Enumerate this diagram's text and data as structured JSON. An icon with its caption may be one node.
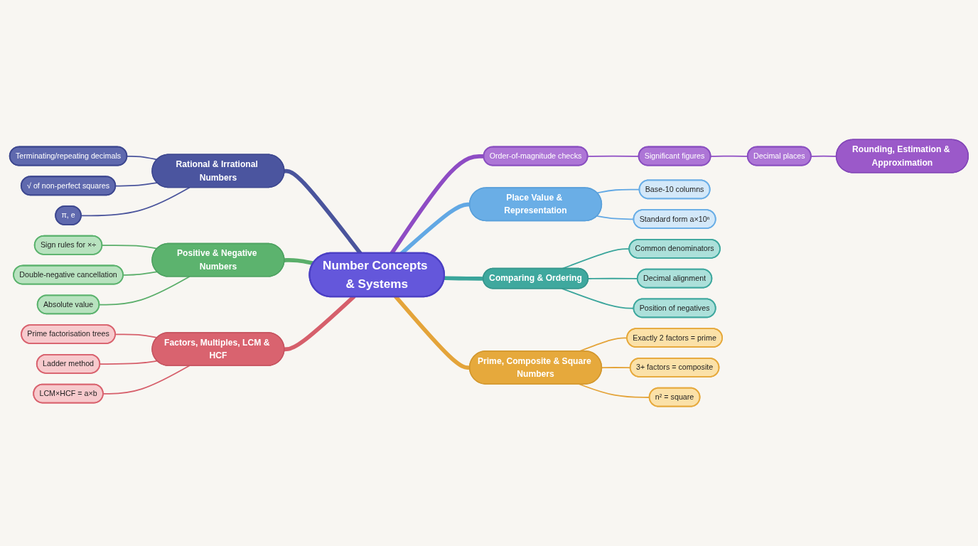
{
  "diagram": {
    "nodes": [
      {
        "text": [
          "Number Concepts & Systems"
        ]
      },
      {
        "text": [
          "Rounding, Estimation & Approximation"
        ]
      },
      {
        "text": [
          "Decimal places"
        ]
      },
      {
        "text": [
          "Significant figures"
        ]
      },
      {
        "text": [
          "Order-of-magnitude checks"
        ]
      },
      {
        "text": [
          "Place Value & Representation"
        ]
      },
      {
        "text": [
          "Base-10 columns"
        ]
      },
      {
        "text": [
          "Standard form a×10ⁿ"
        ]
      },
      {
        "text": [
          "Comparing & Ordering"
        ]
      },
      {
        "text": [
          "Common denominators"
        ]
      },
      {
        "text": [
          "Decimal alignment"
        ]
      },
      {
        "text": [
          "Position of negatives"
        ]
      },
      {
        "text": [
          "Prime, Composite & Square Numbers"
        ]
      },
      {
        "text": [
          "Exactly 2 factors = prime"
        ]
      },
      {
        "text": [
          "3+ factors = composite"
        ]
      },
      {
        "text": [
          "n² = square"
        ]
      },
      {
        "text": [
          "Rational & Irrational Numbers"
        ]
      },
      {
        "text": [
          "Terminating/repeating decimals"
        ]
      },
      {
        "text": [
          "√ of non-perfect squares"
        ]
      },
      {
        "text": [
          "π, e"
        ]
      },
      {
        "text": [
          "Positive & Negative Numbers"
        ]
      },
      {
        "text": [
          "Sign rules for ×÷"
        ]
      },
      {
        "text": [
          "Double-negative cancellation"
        ]
      },
      {
        "text": [
          "Absolute value"
        ]
      },
      {
        "text": [
          "Factors, Multiples, LCM & HCF"
        ]
      },
      {
        "text": [
          "Prime factorisation trees"
        ]
      },
      {
        "text": [
          "Ladder method"
        ]
      },
      {
        "text": [
          "LCM×HCF = a×b"
        ]
      }
    ],
    "edges": [
      {
        "from": 0,
        "to": 4,
        "arrow": "none",
        "style": "thick",
        "color": "#8e4cc4"
      },
      {
        "from": 4,
        "to": 3,
        "arrow": "none",
        "color": "#8e4cc4"
      },
      {
        "from": 3,
        "to": 2,
        "arrow": "none",
        "color": "#8e4cc4"
      },
      {
        "from": 2,
        "to": 1,
        "arrow": "none",
        "color": "#8e4cc4"
      },
      {
        "from": 0,
        "to": 5,
        "arrow": "none",
        "style": "thick",
        "color": "#62a8e4"
      },
      {
        "from": 5,
        "to": 6,
        "arrow": "none",
        "color": "#62a8e4"
      },
      {
        "from": 5,
        "to": 7,
        "arrow": "none",
        "color": "#62a8e4"
      },
      {
        "from": 0,
        "to": 8,
        "arrow": "none",
        "style": "thick",
        "color": "#3aa59b"
      },
      {
        "from": 8,
        "to": 9,
        "arrow": "none",
        "color": "#3aa59b"
      },
      {
        "from": 8,
        "to": 10,
        "arrow": "none",
        "color": "#3aa59b"
      },
      {
        "from": 8,
        "to": 11,
        "arrow": "none",
        "color": "#3aa59b"
      },
      {
        "from": 0,
        "to": 12,
        "arrow": "none",
        "style": "thick",
        "color": "#e4a43a"
      },
      {
        "from": 12,
        "to": 13,
        "arrow": "none",
        "color": "#e4a43a"
      },
      {
        "from": 12,
        "to": 14,
        "arrow": "none",
        "color": "#e4a43a"
      },
      {
        "from": 12,
        "to": 15,
        "arrow": "none",
        "color": "#e4a43a"
      },
      {
        "from": 16,
        "to": 0,
        "arrow": "none",
        "style": "thick",
        "color": "#4a549c"
      },
      {
        "from": 17,
        "to": 16,
        "arrow": "none",
        "color": "#4a549c"
      },
      {
        "from": 18,
        "to": 16,
        "arrow": "none",
        "color": "#4a549c"
      },
      {
        "from": 19,
        "to": 16,
        "arrow": "none",
        "color": "#4a549c"
      },
      {
        "from": 20,
        "to": 0,
        "arrow": "none",
        "style": "thick",
        "color": "#5aae6a"
      },
      {
        "from": 21,
        "to": 20,
        "arrow": "none",
        "color": "#5aae6a"
      },
      {
        "from": 22,
        "to": 20,
        "arrow": "none",
        "color": "#5aae6a"
      },
      {
        "from": 23,
        "to": 20,
        "arrow": "none",
        "color": "#5aae6a"
      },
      {
        "from": 24,
        "to": 0,
        "arrow": "none",
        "style": "thick",
        "color": "#d65f6b"
      },
      {
        "from": 25,
        "to": 24,
        "arrow": "none",
        "color": "#d65f6b"
      },
      {
        "from": 26,
        "to": 24,
        "arrow": "none",
        "color": "#d65f6b"
      },
      {
        "from": 27,
        "to": 24,
        "arrow": "none",
        "color": "#d65f6b"
      }
    ]
  }
}
